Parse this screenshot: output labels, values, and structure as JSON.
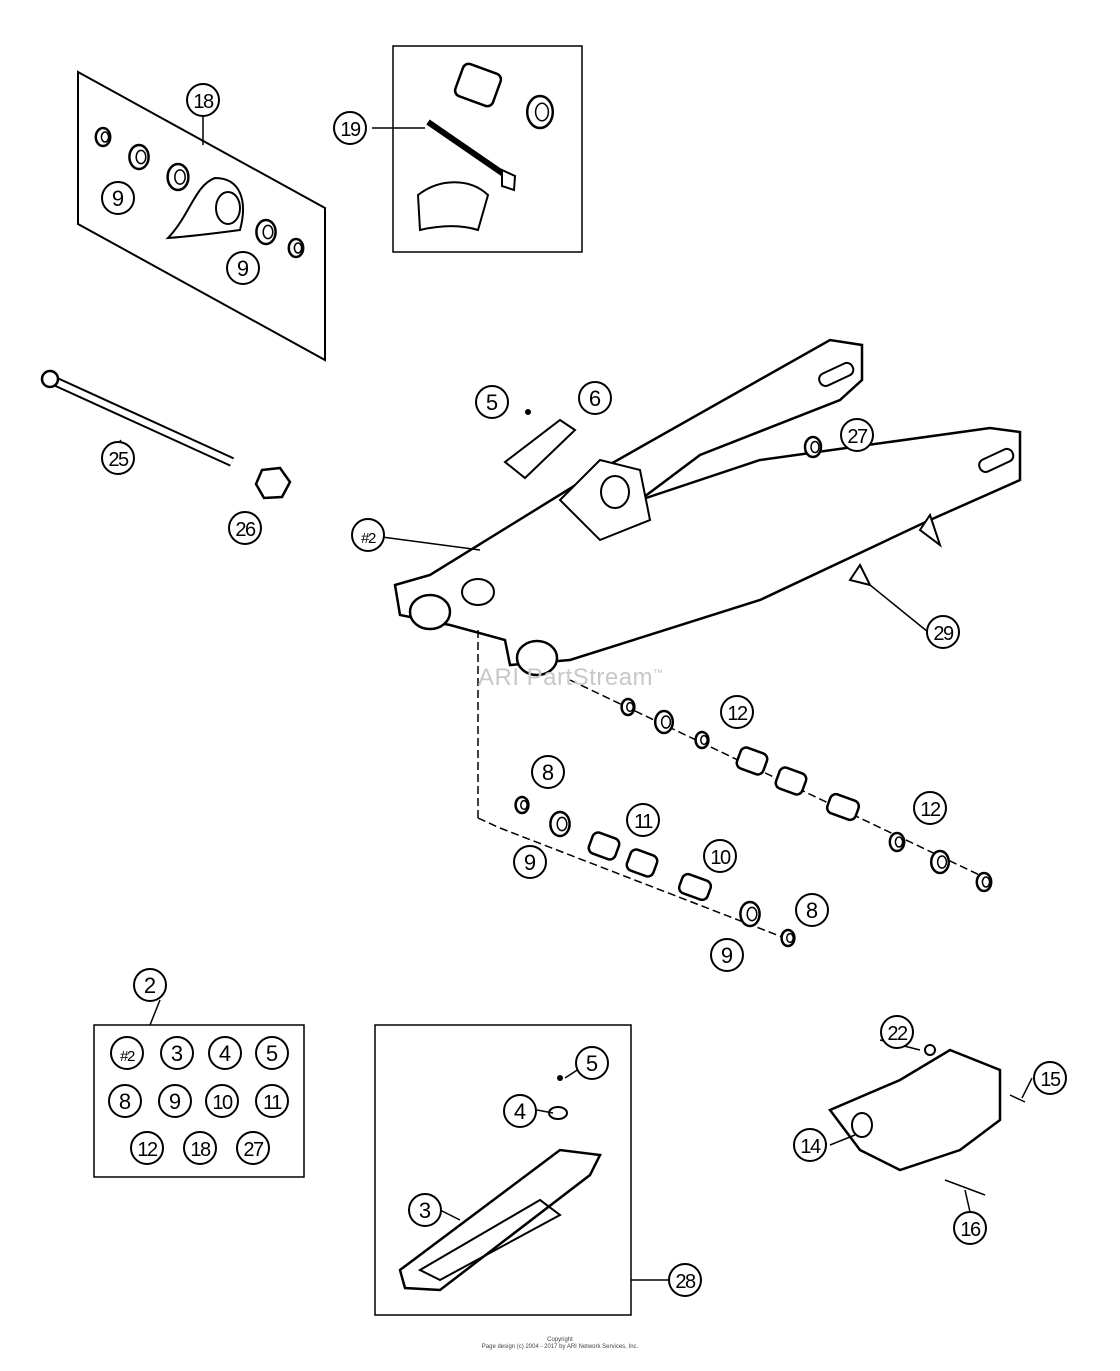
{
  "diagram": {
    "callouts": [
      "18",
      "9",
      "9",
      "19",
      "25",
      "26",
      "5",
      "6",
      "27",
      "#2",
      "29",
      "12",
      "8",
      "11",
      "12",
      "9",
      "10",
      "8",
      "9",
      "2",
      "5",
      "4",
      "3",
      "28",
      "22",
      "15",
      "14",
      "16"
    ],
    "kit_2_contents": [
      "#2",
      "3",
      "4",
      "5",
      "8",
      "9",
      "10",
      "11",
      "12",
      "18",
      "27"
    ],
    "line_color": "#000000",
    "background": "#ffffff"
  },
  "watermark": {
    "text": "ARI PartStream",
    "mark": "™"
  },
  "footer": {
    "line1": "Copyright",
    "line2": "Page design (c) 2004 - 2017 by ARI Network Services, Inc."
  }
}
